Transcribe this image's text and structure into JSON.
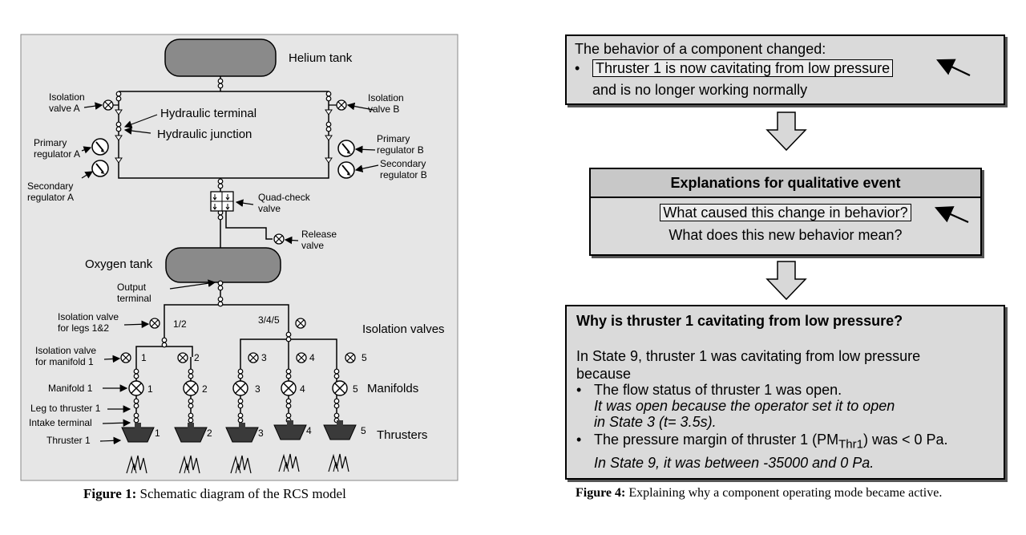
{
  "figure1": {
    "caption_prefix": "Figure 1:",
    "caption_text": "Schematic diagram of the RCS model",
    "labels": {
      "helium_tank": "Helium tank",
      "isolation_valve_a_1": "Isolation",
      "isolation_valve_a_2": "valve A",
      "isolation_valve_b_1": "Isolation",
      "isolation_valve_b_2": "valve B",
      "hydraulic_terminal": "Hydraulic terminal",
      "hydraulic_junction": "Hydraulic junction",
      "primary_regulator_a_1": "Primary",
      "primary_regulator_a_2": "regulator A",
      "primary_regulator_b_1": "Primary",
      "primary_regulator_b_2": "regulator B",
      "secondary_regulator_a_1": "Secondary",
      "secondary_regulator_a_2": "regulator A",
      "secondary_regulator_b_1": "Secondary",
      "secondary_regulator_b_2": "regulator B",
      "quad_check_1": "Quad-check",
      "quad_check_2": "valve",
      "release_1": "Release",
      "release_2": "valve",
      "oxygen_tank": "Oxygen tank",
      "output_terminal_1": "Output",
      "output_terminal_2": "terminal",
      "iso_legs_1": "Isolation valve",
      "iso_legs_2": "for  legs 1&2",
      "leg12": "1/2",
      "leg345": "3/4/5",
      "isolation_valves": "Isolation valves",
      "iso_manifold_1": "Isolation valve",
      "iso_manifold_2": "for manifold 1",
      "manifold_1": "Manifold 1",
      "manifolds": "Manifolds",
      "leg_to_thruster": "Leg to thruster 1",
      "intake_terminal": "Intake terminal",
      "thruster_1": "Thruster 1",
      "thrusters": "Thrusters"
    },
    "numbers": [
      "1",
      "2",
      "3",
      "4",
      "5"
    ]
  },
  "figure4": {
    "caption_prefix": "Figure 4:",
    "caption_text": "Explaining why a component operating mode became active.",
    "box1": {
      "title": "The behavior of a component changed:",
      "highlight": "Thruster 1 is now cavitating from low pressure",
      "rest": "and is no longer working normally"
    },
    "box2": {
      "header": "Explanations for qualitative event",
      "q1": "What caused this change in behavior?",
      "q2": "What does this new behavior mean?"
    },
    "box3": {
      "header": "Why is thruster 1 cavitating from low pressure?",
      "intro_1": "In State 9, thruster 1 was cavitating from low pressure",
      "intro_2": "because",
      "b1": "The flow status of thruster 1 was open.",
      "b1_it1": "It was open because the operator set it to open",
      "b1_it2": "in State 3 (t= 3.5s).",
      "b2_pre": "The pressure margin of thruster 1 (PM",
      "b2_sub": "Thr1",
      "b2_post": ") was < 0 Pa.",
      "b2_it": "In State 9, it was between -35000 and 0 Pa."
    }
  }
}
